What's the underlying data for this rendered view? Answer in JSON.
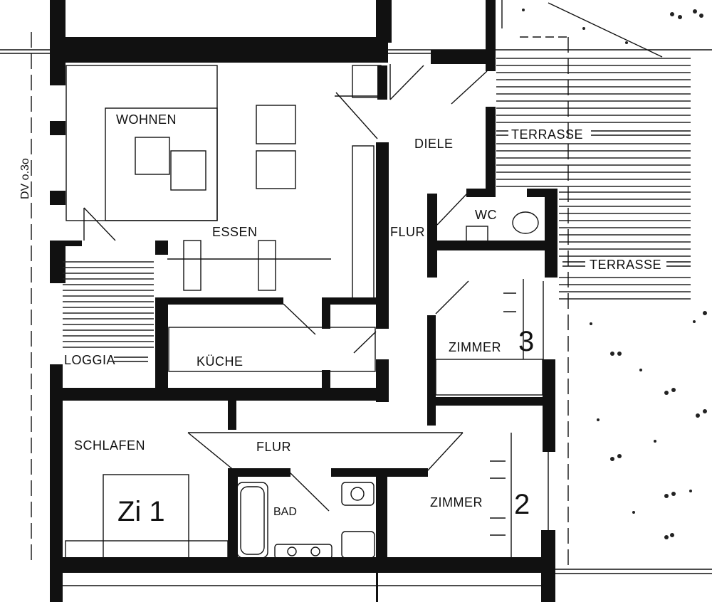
{
  "plan": {
    "dimension_note": "DV o.3o",
    "rooms": {
      "wohnen": "WOHNEN",
      "essen": "ESSEN",
      "diele": "DIELE",
      "flur_upper": "FLUR",
      "wc": "WC",
      "terrasse_1": "TERRASSE",
      "terrasse_2": "TERRASSE",
      "kueche": "KÜCHE",
      "loggia": "LOGGIA",
      "zimmer_3": "ZIMMER",
      "zimmer_3_num": "3",
      "schlafen": "SCHLAFEN",
      "flur_lower": "FLUR",
      "zi_1": "Zi 1",
      "bad": "BAD",
      "zimmer_2": "ZIMMER",
      "zimmer_2_num": "2"
    }
  }
}
